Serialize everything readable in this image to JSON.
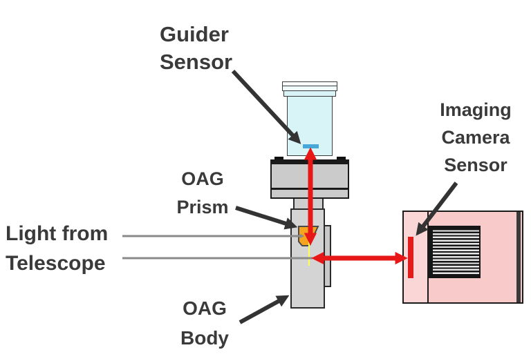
{
  "labels": {
    "guider_sensor": {
      "line1": "Guider",
      "line2": "Sensor"
    },
    "imaging_camera_sensor": {
      "line1": "Imaging",
      "line2": "Camera",
      "line3": "Sensor"
    },
    "oag_prism": {
      "line1": "OAG",
      "line2": "Prism"
    },
    "light_from_telescope": {
      "line1": "Light from",
      "line2": "Telescope"
    },
    "oag_body": {
      "line1": "OAG",
      "line2": "Body"
    }
  },
  "colors": {
    "light_path_red": "#e81717",
    "prism_orange": "#f4a41e",
    "light_path_yellow": "#ffff4f",
    "guider_camera_cyan": "#d9f4f7",
    "guider_sensor_blue": "#45a8d9",
    "imaging_camera_pink": "#f8caca",
    "imaging_sensor_red": "#e31b1b",
    "metal_gray": "#cbcbcb",
    "label_text_gray": "#3a3a3a",
    "telescope_light_gray": "#8a8a8a"
  }
}
